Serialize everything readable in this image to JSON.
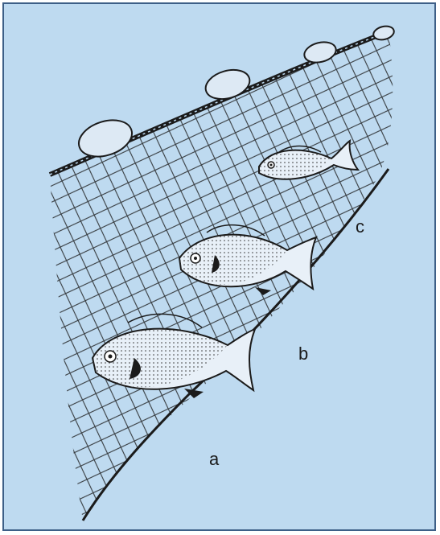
{
  "figure": {
    "type": "illustration",
    "colors": {
      "background": "#bedaf0",
      "border": "#3d5f87",
      "ink": "#1b1b1b",
      "fish_fill": "#e8f0f8"
    },
    "labels": {
      "a": "a",
      "b": "b",
      "c": "c"
    }
  }
}
